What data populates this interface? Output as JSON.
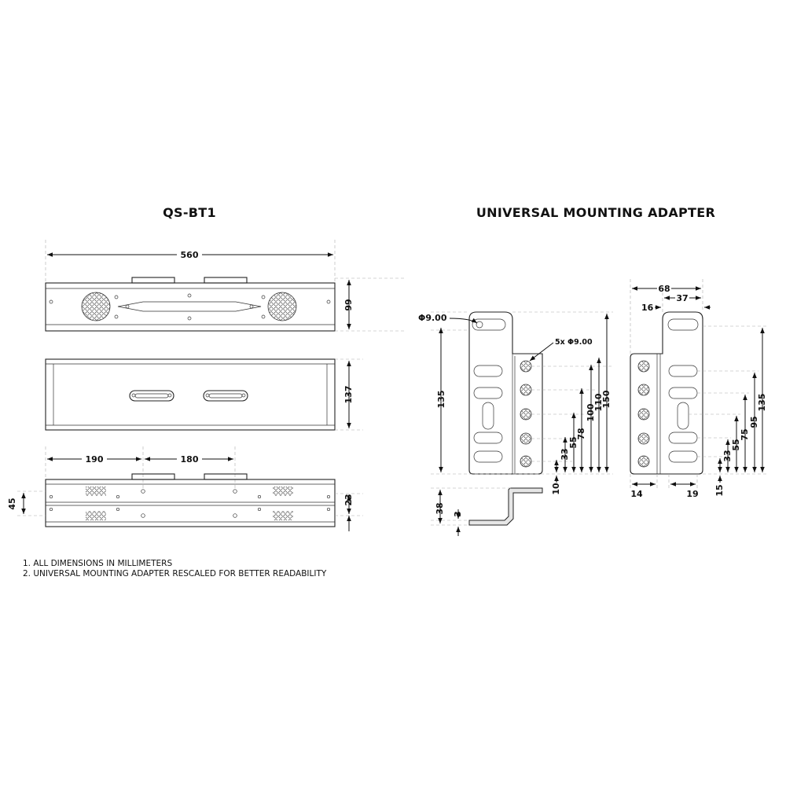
{
  "titles": {
    "left": "QS-BT1",
    "right": "UNIVERSAL MOUNTING ADAPTER"
  },
  "qs_bt1": {
    "width": "560",
    "height_top": "99",
    "height_mid": "137",
    "spacing_1": "190",
    "spacing_2": "180",
    "offset_45": "45",
    "offset_23": "23"
  },
  "adapter": {
    "hole_phi": "Φ9.00",
    "holes_5x": "5x Φ9.00",
    "left_dims": [
      "135",
      "150",
      "110",
      "100",
      "78",
      "55",
      "33",
      "10"
    ],
    "left_bottom": [
      "38",
      "3"
    ],
    "right_top": [
      "68",
      "37",
      "16"
    ],
    "right_dims": [
      "135",
      "95",
      "75",
      "55",
      "33",
      "15"
    ],
    "right_bottom": [
      "14",
      "19"
    ]
  },
  "notes": [
    "1. ALL DIMENSIONS IN MILLIMETERS",
    "2. UNIVERSAL MOUNTING ADAPTER RESCALED FOR BETTER READABILITY"
  ]
}
